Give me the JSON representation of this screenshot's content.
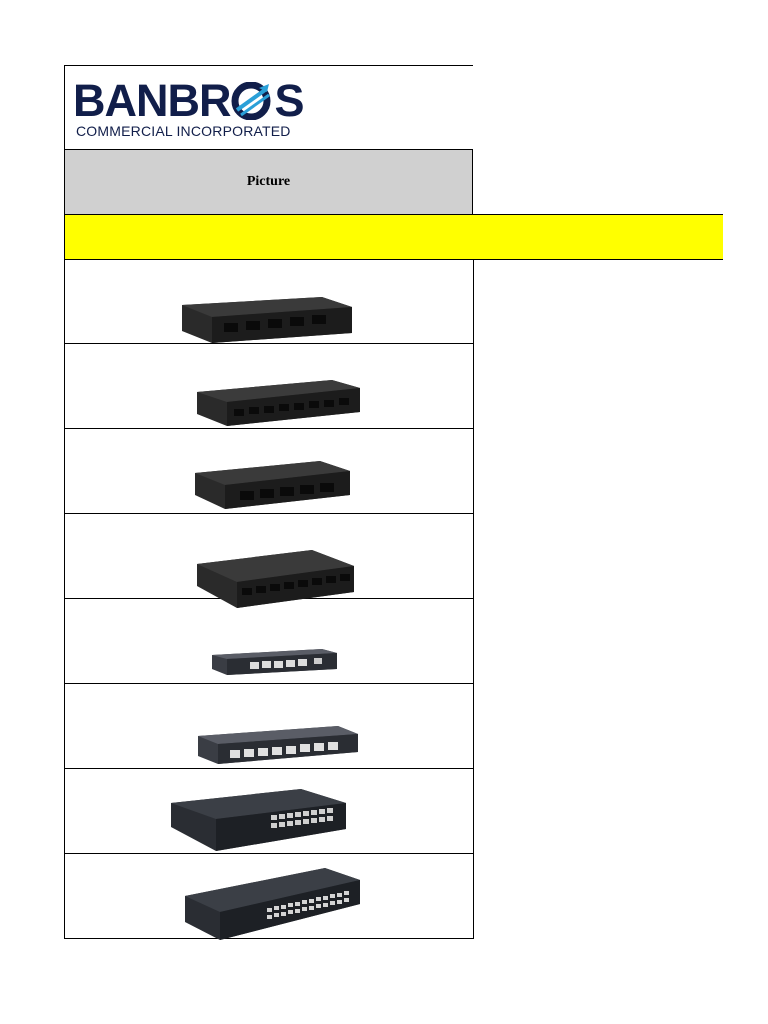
{
  "logo": {
    "word_part1": "BANBR",
    "word_part2": "S",
    "tagline": "COMMERCIAL INCORPORATED"
  },
  "header": {
    "picture_label": "Picture"
  },
  "colors": {
    "brand": "#111e4a",
    "logo_accent": "#2aa0d8",
    "header_bg": "#d0d0d0",
    "highlight": "#ffff00"
  },
  "products": [
    {
      "icon": "switch-5-port-icon"
    },
    {
      "icon": "switch-8-port-icon"
    },
    {
      "icon": "switch-5-port-icon"
    },
    {
      "icon": "switch-8-port-icon"
    },
    {
      "icon": "switch-5-port-metal-icon"
    },
    {
      "icon": "switch-8-port-metal-icon"
    },
    {
      "icon": "switch-16-port-icon"
    },
    {
      "icon": "switch-24-port-icon"
    }
  ]
}
